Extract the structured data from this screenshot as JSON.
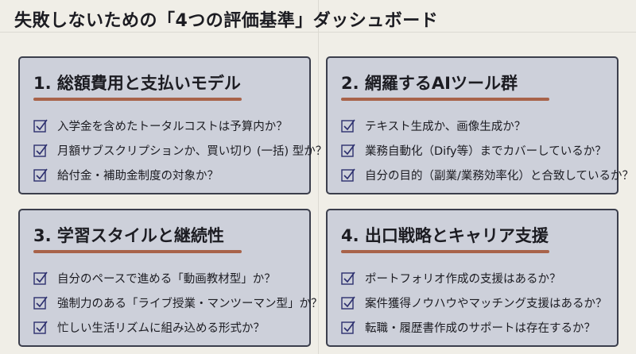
{
  "title": "失敗しないための「4つの評価基準」ダッシュボード",
  "colors": {
    "accent": "#a8634a",
    "card": "#cdd0da",
    "check": "#2c2f6e"
  },
  "cards": [
    {
      "heading": "1. 総額費用と支払いモデル",
      "items": [
        "入学金を含めたトータルコストは予算内か？",
        "月額サブスクリプションか、買い切り (一括) 型か？",
        "給付金・補助金制度の対象か？"
      ]
    },
    {
      "heading": "2. 網羅するAIツール群",
      "items": [
        "テキスト生成か、画像生成か？",
        "業務自動化（Dify等）までカバーしているか？",
        "自分の目的（副業/業務効率化）と合致しているか？"
      ]
    },
    {
      "heading": "3. 学習スタイルと継続性",
      "items": [
        "自分のペースで進める「動画教材型」か？",
        "強制力のある「ライブ授業・マンツーマン型」か？",
        "忙しい生活リズムに組み込める形式か？"
      ]
    },
    {
      "heading": "4. 出口戦略とキャリア支援",
      "items": [
        "ポートフォリオ作成の支援はあるか？",
        "案件獲得ノウハウやマッチング支援はあるか？",
        "転職・履歴書作成のサポートは存在するか？"
      ]
    }
  ]
}
